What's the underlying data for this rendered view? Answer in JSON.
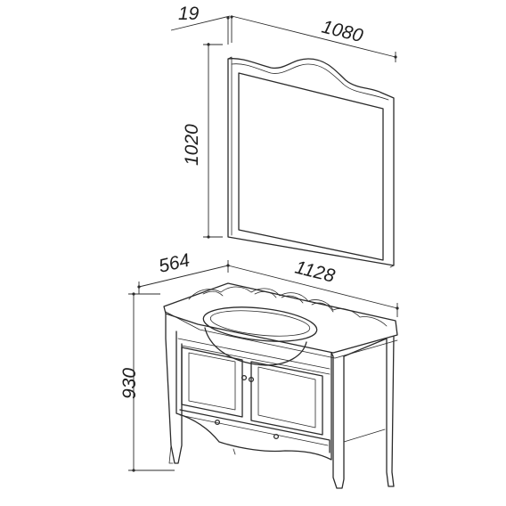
{
  "dimensions": {
    "mirror_depth": "19",
    "mirror_width": "1080",
    "mirror_height": "1020",
    "cabinet_depth": "564",
    "cabinet_width": "1128",
    "cabinet_height": "930"
  },
  "colors": {
    "line": "#2b2b2b",
    "background": "#ffffff"
  }
}
